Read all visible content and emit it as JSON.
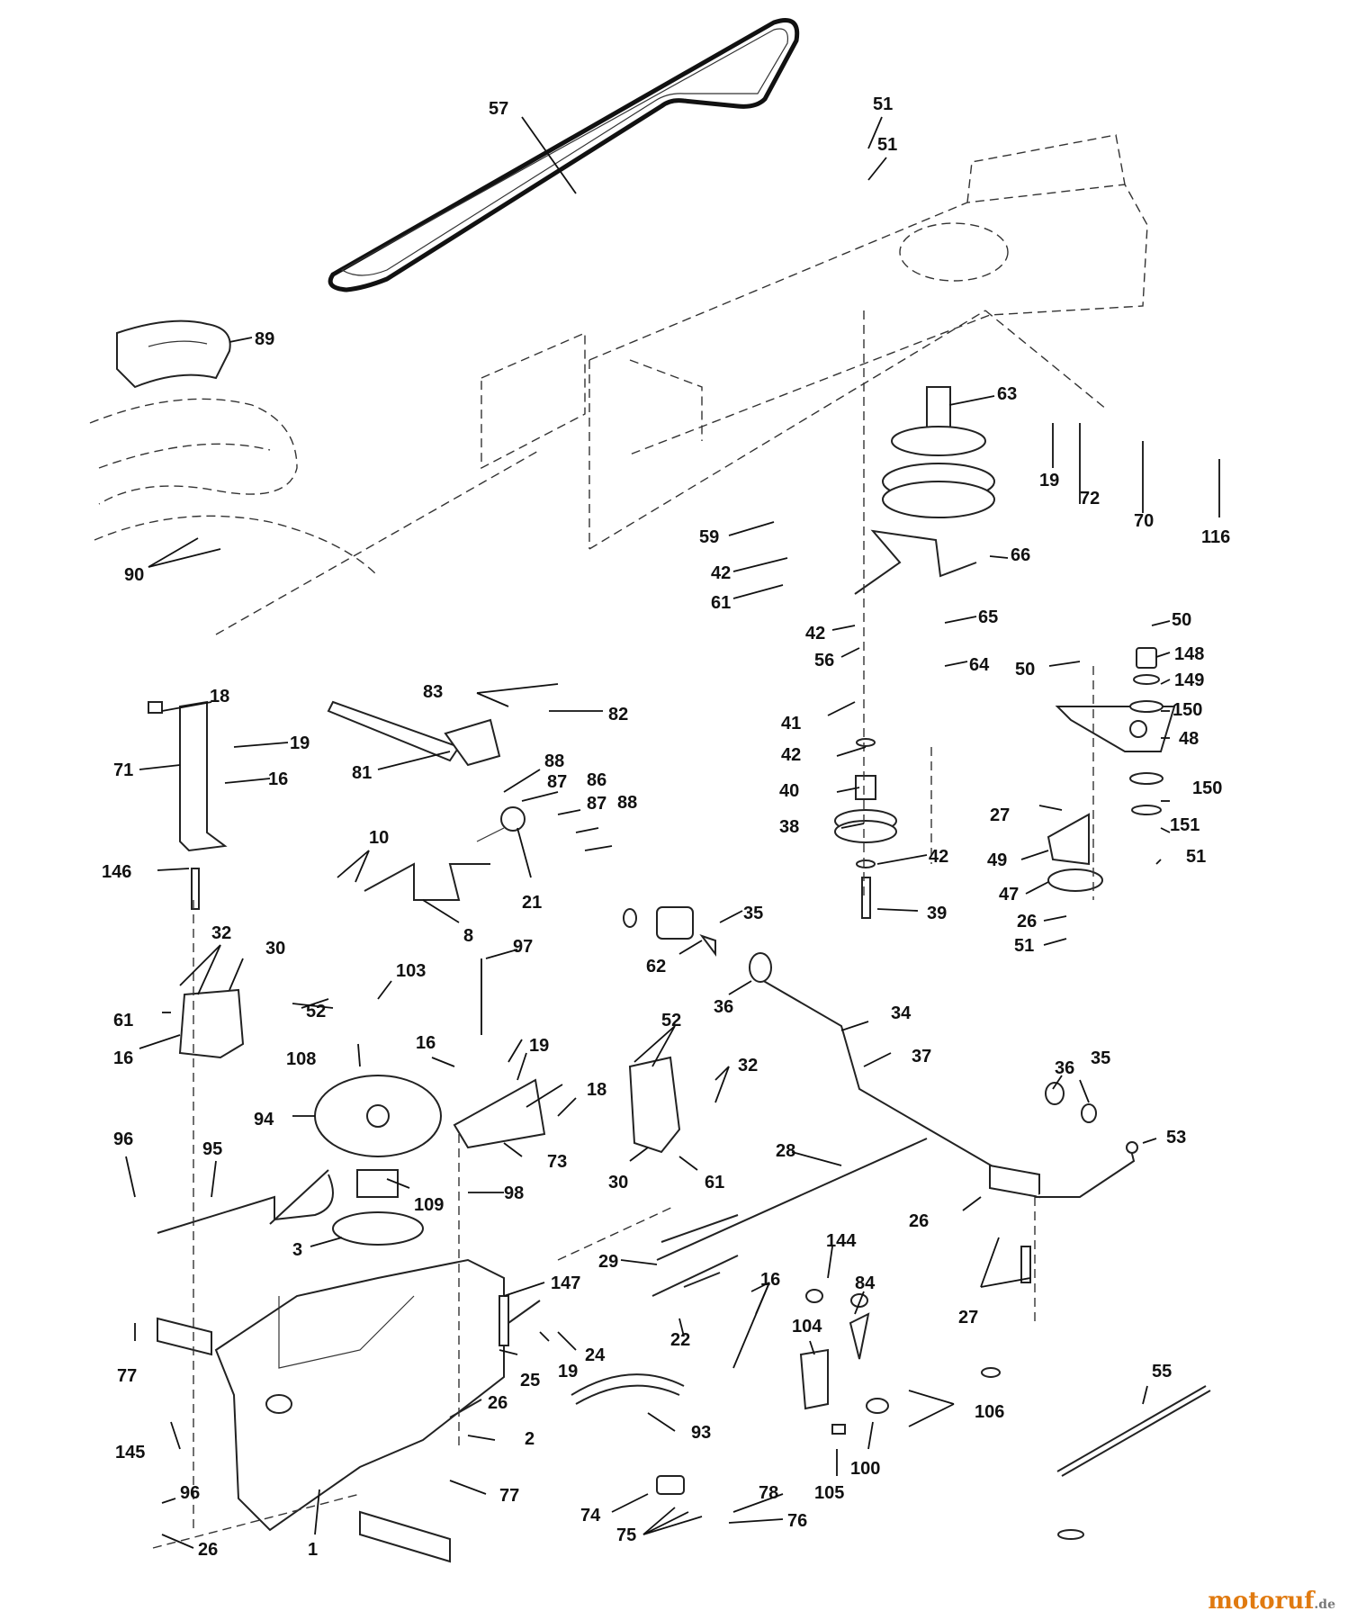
{
  "diagram": {
    "callouts": [
      {
        "id": "c57",
        "label": "57"
      },
      {
        "id": "c51a",
        "label": "51"
      },
      {
        "id": "c51b",
        "label": "51"
      },
      {
        "id": "c89",
        "label": "89"
      },
      {
        "id": "c63",
        "label": "63"
      },
      {
        "id": "c19a",
        "label": "19"
      },
      {
        "id": "c72",
        "label": "72"
      },
      {
        "id": "c70",
        "label": "70"
      },
      {
        "id": "c116",
        "label": "116"
      },
      {
        "id": "c90",
        "label": "90"
      },
      {
        "id": "c59",
        "label": "59"
      },
      {
        "id": "c42a",
        "label": "42"
      },
      {
        "id": "c61a",
        "label": "61"
      },
      {
        "id": "c66",
        "label": "66"
      },
      {
        "id": "c42b",
        "label": "42"
      },
      {
        "id": "c56",
        "label": "56"
      },
      {
        "id": "c65",
        "label": "65"
      },
      {
        "id": "c64",
        "label": "64"
      },
      {
        "id": "c50a",
        "label": "50"
      },
      {
        "id": "c50b",
        "label": "50"
      },
      {
        "id": "c148",
        "label": "148"
      },
      {
        "id": "c149",
        "label": "149"
      },
      {
        "id": "c150a",
        "label": "150"
      },
      {
        "id": "c48",
        "label": "48"
      },
      {
        "id": "c18a",
        "label": "18"
      },
      {
        "id": "c83",
        "label": "83"
      },
      {
        "id": "c82",
        "label": "82"
      },
      {
        "id": "c41",
        "label": "41"
      },
      {
        "id": "c19b",
        "label": "19"
      },
      {
        "id": "c71",
        "label": "71"
      },
      {
        "id": "c16a",
        "label": "16"
      },
      {
        "id": "c81",
        "label": "81"
      },
      {
        "id": "c88a",
        "label": "88"
      },
      {
        "id": "c87a",
        "label": "87"
      },
      {
        "id": "c86",
        "label": "86"
      },
      {
        "id": "c87b",
        "label": "87"
      },
      {
        "id": "c88b",
        "label": "88"
      },
      {
        "id": "c42c",
        "label": "42"
      },
      {
        "id": "c40",
        "label": "40"
      },
      {
        "id": "c38",
        "label": "38"
      },
      {
        "id": "c42d",
        "label": "42"
      },
      {
        "id": "c27a",
        "label": "27"
      },
      {
        "id": "c150b",
        "label": "150"
      },
      {
        "id": "c151",
        "label": "151"
      },
      {
        "id": "c51c",
        "label": "51"
      },
      {
        "id": "c49",
        "label": "49"
      },
      {
        "id": "c47",
        "label": "47"
      },
      {
        "id": "c26a",
        "label": "26"
      },
      {
        "id": "c51d",
        "label": "51"
      },
      {
        "id": "c146",
        "label": "146"
      },
      {
        "id": "c10",
        "label": "10"
      },
      {
        "id": "c21",
        "label": "21"
      },
      {
        "id": "c8",
        "label": "8"
      },
      {
        "id": "c39",
        "label": "39"
      },
      {
        "id": "c35a",
        "label": "35"
      },
      {
        "id": "c62",
        "label": "62"
      },
      {
        "id": "c36a",
        "label": "36"
      },
      {
        "id": "c32a",
        "label": "32"
      },
      {
        "id": "c30a",
        "label": "30"
      },
      {
        "id": "c97",
        "label": "97"
      },
      {
        "id": "c103",
        "label": "103"
      },
      {
        "id": "c61b",
        "label": "61"
      },
      {
        "id": "c52a",
        "label": "52"
      },
      {
        "id": "c16b",
        "label": "16"
      },
      {
        "id": "c108",
        "label": "108"
      },
      {
        "id": "c16c",
        "label": "16"
      },
      {
        "id": "c19c",
        "label": "19"
      },
      {
        "id": "c52b",
        "label": "52"
      },
      {
        "id": "c34",
        "label": "34"
      },
      {
        "id": "c37",
        "label": "37"
      },
      {
        "id": "c32b",
        "label": "32"
      },
      {
        "id": "c36b",
        "label": "36"
      },
      {
        "id": "c35b",
        "label": "35"
      },
      {
        "id": "c18b",
        "label": "18"
      },
      {
        "id": "c94",
        "label": "94"
      },
      {
        "id": "c96a",
        "label": "96"
      },
      {
        "id": "c95",
        "label": "95"
      },
      {
        "id": "c73",
        "label": "73"
      },
      {
        "id": "c53",
        "label": "53"
      },
      {
        "id": "c28",
        "label": "28"
      },
      {
        "id": "c30b",
        "label": "30"
      },
      {
        "id": "c61c",
        "label": "61"
      },
      {
        "id": "c98",
        "label": "98"
      },
      {
        "id": "c109",
        "label": "109"
      },
      {
        "id": "c26b",
        "label": "26"
      },
      {
        "id": "c3",
        "label": "3"
      },
      {
        "id": "c144",
        "label": "144"
      },
      {
        "id": "c29",
        "label": "29"
      },
      {
        "id": "c16d",
        "label": "16"
      },
      {
        "id": "c84",
        "label": "84"
      },
      {
        "id": "c147",
        "label": "147"
      },
      {
        "id": "c27b",
        "label": "27"
      },
      {
        "id": "c104",
        "label": "104"
      },
      {
        "id": "c22",
        "label": "22"
      },
      {
        "id": "c77a",
        "label": "77"
      },
      {
        "id": "c24",
        "label": "24"
      },
      {
        "id": "c19d",
        "label": "19"
      },
      {
        "id": "c25",
        "label": "25"
      },
      {
        "id": "c26c",
        "label": "26"
      },
      {
        "id": "c55",
        "label": "55"
      },
      {
        "id": "c106",
        "label": "106"
      },
      {
        "id": "c145",
        "label": "145"
      },
      {
        "id": "c2",
        "label": "2"
      },
      {
        "id": "c93",
        "label": "93"
      },
      {
        "id": "c105",
        "label": "105"
      },
      {
        "id": "c100",
        "label": "100"
      },
      {
        "id": "c96b",
        "label": "96"
      },
      {
        "id": "c77b",
        "label": "77"
      },
      {
        "id": "c78",
        "label": "78"
      },
      {
        "id": "c74",
        "label": "74"
      },
      {
        "id": "c76",
        "label": "76"
      },
      {
        "id": "c75",
        "label": "75"
      },
      {
        "id": "c26d",
        "label": "26"
      },
      {
        "id": "c1",
        "label": "1"
      }
    ]
  },
  "watermark": {
    "main": "motoruf",
    "tld": ".de",
    "color": "#e07a10"
  }
}
